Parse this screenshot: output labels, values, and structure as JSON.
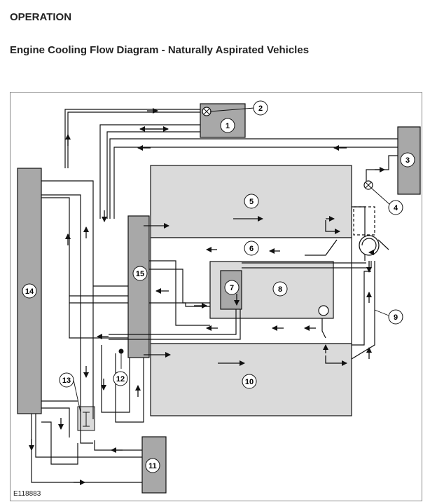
{
  "header": {
    "title": "OPERATION",
    "subtitle": "Engine Cooling Flow Diagram - Naturally Aspirated Vehicles"
  },
  "diagram": {
    "reference": "E118883",
    "callouts": [
      "1",
      "2",
      "3",
      "4",
      "5",
      "6",
      "7",
      "8",
      "9",
      "10",
      "11",
      "12",
      "13",
      "14",
      "15"
    ]
  },
  "colors": {
    "component_dark": "#a8a8a8",
    "component_light": "#dadada",
    "callout_fill": "#ffffff",
    "line": "#1a1a1a"
  }
}
